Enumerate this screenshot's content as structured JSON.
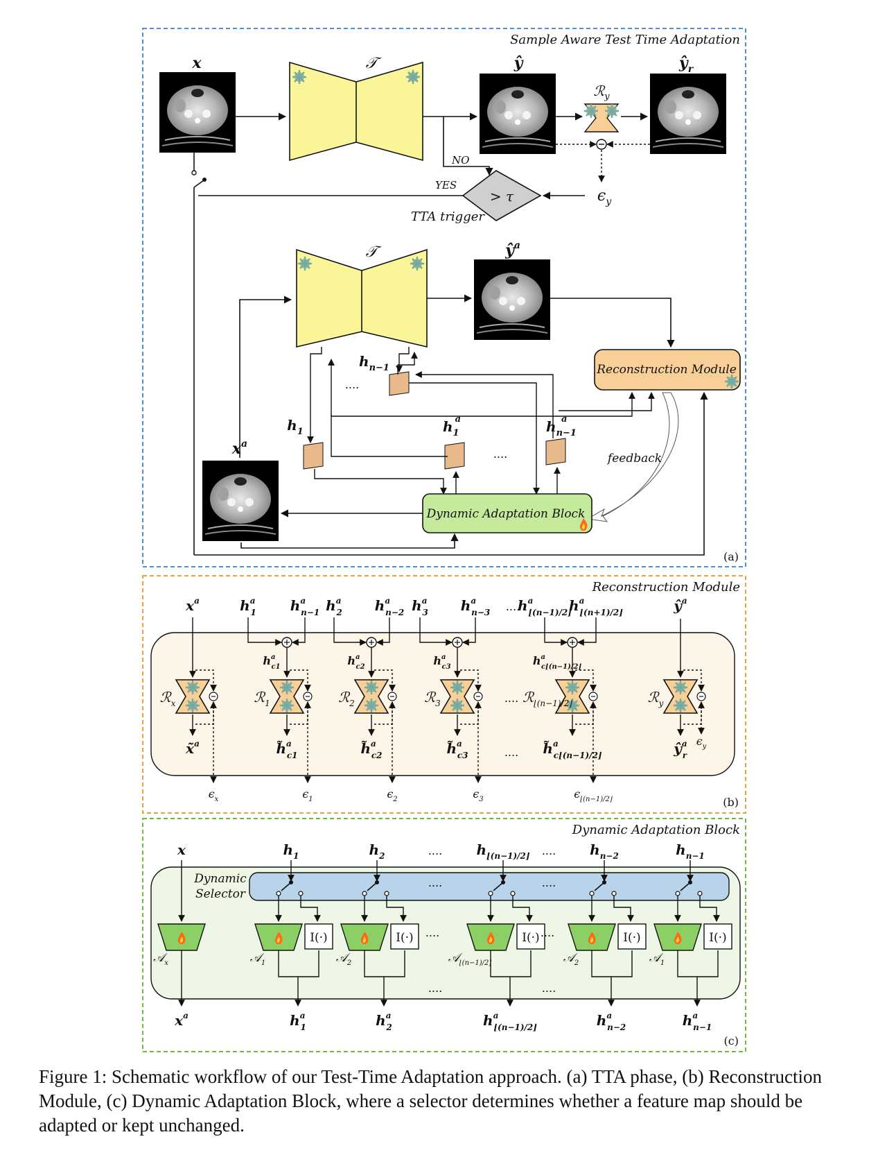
{
  "panel_a": {
    "title": "Sample Aware Test Time Adaptation",
    "tag": "(a)",
    "x": "x",
    "T_top": "𝒯",
    "y_hat": "ŷ",
    "R_y": "ℛ",
    "R_y_sub": "y",
    "y_hat_r": "ŷ",
    "y_hat_r_sub": "r",
    "no": "NO",
    "yes": "YES",
    "decision": "> τ",
    "tta_trigger": "TTA trigger",
    "eps_y": "ϵ",
    "eps_y_sub": "y",
    "T_bottom": "𝒯",
    "y_hat_a": "ŷ",
    "y_hat_a_sup": "a",
    "reconstruction": "Reconstruction Module",
    "h_n1": "h",
    "h_n1_sub": "n−1",
    "dots1": "....",
    "h1": "h",
    "h1_sub": "1",
    "h1a": "h",
    "h1a_sub": "1",
    "h1a_sup": "a",
    "dots2": "....",
    "hn1a": "h",
    "hn1a_sub": "n−1",
    "hn1a_sup": "a",
    "feedback": "feedback",
    "xa": "x",
    "xa_sup": "a",
    "dab": "Dynamic Adaptation Block"
  },
  "panel_b": {
    "title": "Reconstruction Module",
    "tag": "(b)",
    "top_labels": [
      "x",
      "h",
      "h",
      "h",
      "h",
      "h",
      "h",
      "h",
      "h",
      "ŷ"
    ],
    "top_subs": [
      "",
      "1",
      "n−1",
      "2",
      "n−2",
      "3",
      "n−3",
      "⌊(n−1)/2⌋",
      "⌊(n+1)/2⌋",
      ""
    ],
    "modules": [
      "ℛ",
      "ℛ",
      "ℛ",
      "ℛ",
      "ℛ",
      "ℛ"
    ],
    "module_subs": [
      "x",
      "1",
      "2",
      "3",
      "⌊(n−1)/2⌋",
      "y"
    ],
    "hc_labels": [
      "h",
      "h",
      "h",
      "h"
    ],
    "hc_subs": [
      "c1",
      "c2",
      "c3",
      "c⌊(n−1)/2⌋"
    ],
    "out_labels": [
      "x̃",
      "h̃",
      "h̃",
      "h̃",
      "h̃",
      "ŷ"
    ],
    "out_subs": [
      "",
      "c1",
      "c2",
      "c3",
      "c⌊(n−1)/2⌋",
      "r"
    ],
    "eps_labels": [
      "ϵ",
      "ϵ",
      "ϵ",
      "ϵ",
      "ϵ",
      "ϵ"
    ],
    "eps_subs": [
      "x",
      "1",
      "2",
      "3",
      "⌊(n−1)/2⌋",
      "y"
    ],
    "dots": "....",
    "sup_a": "a"
  },
  "panel_c": {
    "title": "Dynamic Adaptation Block",
    "tag": "(c)",
    "selector_line1": "Dynamic",
    "selector_line2": "Selector",
    "inputs": [
      "x",
      "h",
      "h",
      "h",
      "h",
      "h"
    ],
    "input_subs": [
      "",
      "1",
      "2",
      "⌊(n−1)/2⌋",
      "n−2",
      "n−1"
    ],
    "adapters": [
      "𝒜",
      "𝒜",
      "𝒜",
      "𝒜",
      "𝒜",
      "𝒜"
    ],
    "adapter_subs": [
      "x",
      "1",
      "2",
      "⌊(n−1)/2⌋",
      "2",
      "1"
    ],
    "identity": "I(·)",
    "outputs": [
      "x",
      "h",
      "h",
      "h",
      "h",
      "h"
    ],
    "output_subs": [
      "",
      "1",
      "2",
      "⌊(n−1)/2⌋",
      "n−2",
      "n−1"
    ],
    "sup_a": "a",
    "dots": "...."
  },
  "caption": "Figure 1: Schematic workflow of our Test-Time Adaptation approach. (a) TTA phase, (b) Reconstruction Module, (c) Dynamic Adaptation Block, where a selector determines whether a feature map should be adapted or kept unchanged.",
  "colors": {
    "panel_a_border": "#4a8fd6",
    "panel_b_border": "#e8a23a",
    "panel_c_border": "#6cbf3b",
    "network_fill": "#fbf59a",
    "recon_fill": "#f8cf97",
    "dab_fill": "#c6ea9c",
    "selector_fill": "#b8d3ea",
    "panel_b_bg": "#fdf5e8",
    "panel_c_bg": "#eef7e6",
    "decision_fill": "#cfcfcf"
  }
}
